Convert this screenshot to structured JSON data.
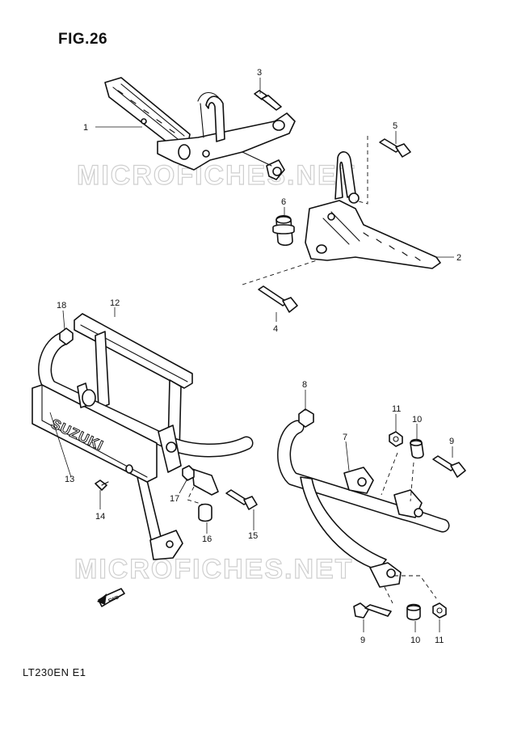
{
  "figure": {
    "title": "FIG.26",
    "model_code": "LT230EN  E1",
    "watermarks": [
      "MICROFICHES.NET",
      "MICROFICHES.NET"
    ],
    "fwd_label": "FWD",
    "logo_text": "SUZUKI"
  },
  "callouts": [
    "1",
    "2",
    "3",
    "4",
    "5",
    "6",
    "7",
    "8",
    "9",
    "9",
    "10",
    "10",
    "11",
    "11",
    "12",
    "13",
    "14",
    "15",
    "16",
    "17",
    "18"
  ]
}
